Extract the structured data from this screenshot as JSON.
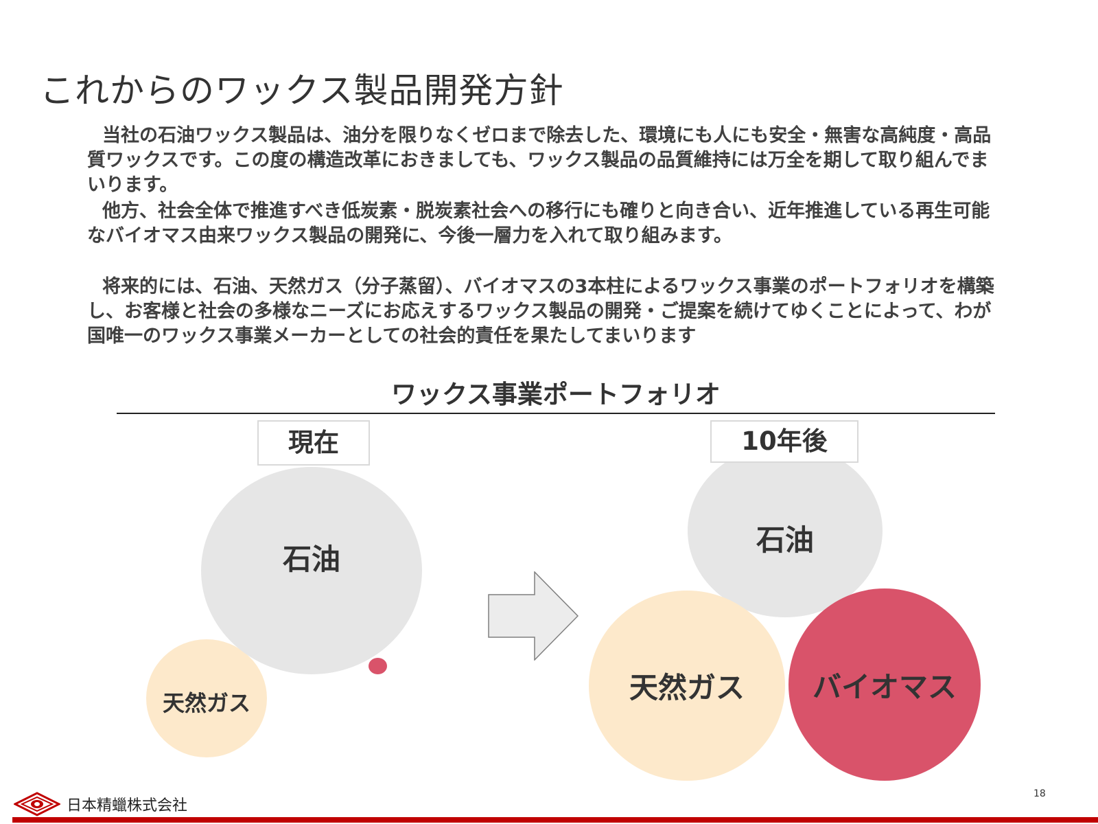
{
  "header": {
    "title": "これからのワックス製品開発方針"
  },
  "body": {
    "paragraphs": [
      "当社の石油ワックス製品は、油分を限りなくゼロまで除去した、環境にも人にも安全・無害な高純度・高品質ワックスです。この度の構造改革におきましても、ワックス製品の品質維持には万全を期して取り組んでまいります。",
      "他方、社会全体で推進すべき低炭素・脱炭素社会への移行にも確りと向き合い、近年推進している再生可能なバイオマス由来ワックス製品の開発に、今後一層力を入れて取り組みます。",
      "将来的には、石油、天然ガス（分子蒸留）、バイオマスの3本柱によるワックス事業のポートフォリオを構築し、お客様と社会の多様なニーズにお応えするワックス製品の開発・ご提案を続けてゆくことによって、わが国唯一のワックス事業メーカーとしての社会的責任を果たしてまいります"
    ]
  },
  "portfolio": {
    "title": "ワックス事業ポートフォリオ",
    "current": {
      "label": "現在",
      "oil": "石油",
      "gas": "天然ガス"
    },
    "future": {
      "label": "10年後",
      "oil": "石油",
      "gas": "天然ガス",
      "biomass": "バイオマス"
    },
    "colors": {
      "oil": "#e6e6e6",
      "gas": "#fde9cb",
      "biomass": "#d9536a"
    }
  },
  "footer": {
    "company": "日本精蠟株式会社",
    "page_number": "18",
    "accent_color": "#c00000"
  }
}
